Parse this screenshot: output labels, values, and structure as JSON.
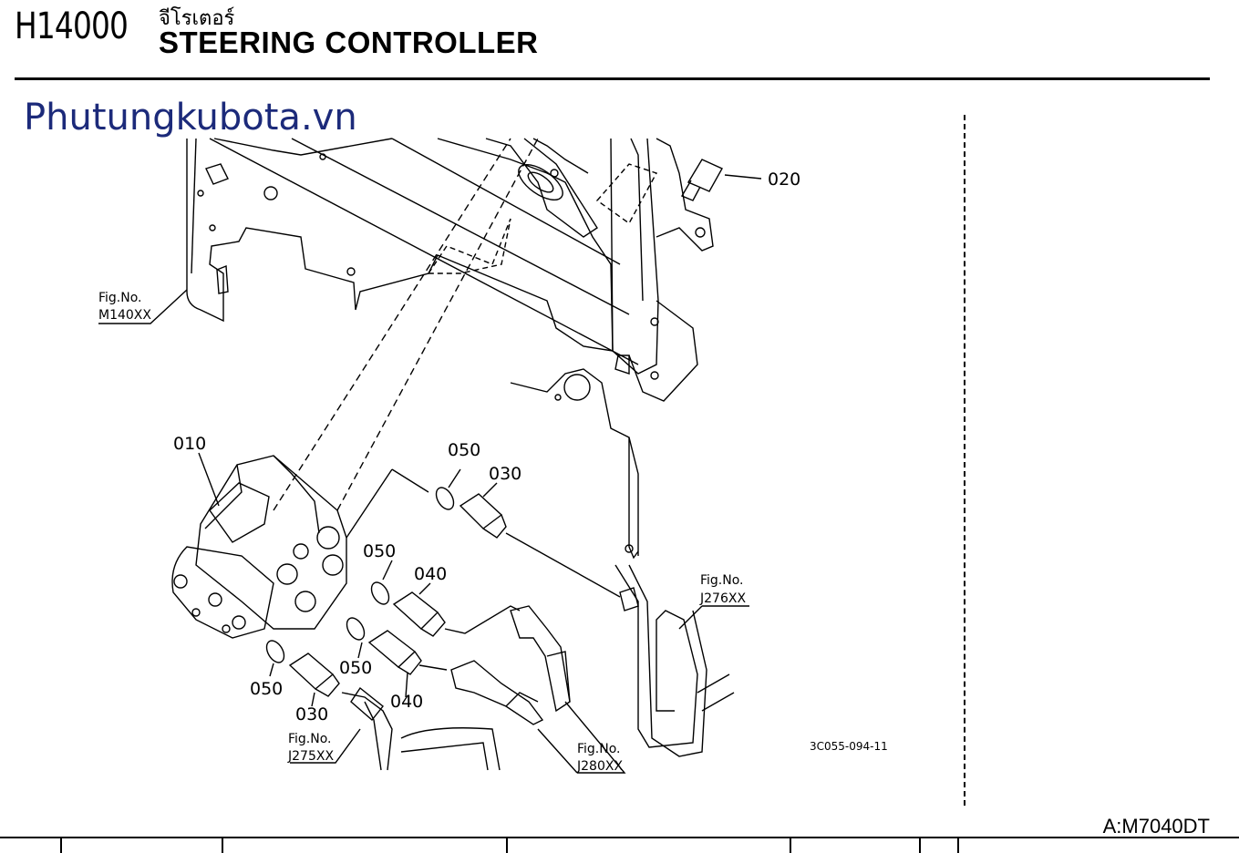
{
  "header": {
    "code": "H14000",
    "thai_title": "จีโรเตอร์",
    "title": "STEERING CONTROLLER"
  },
  "watermark": "Phutungkubota.vn",
  "diagram": {
    "part_labels": {
      "p010": "010",
      "p020": "020",
      "p030a": "030",
      "p030b": "030",
      "p040a": "040",
      "p040b": "040",
      "p050a": "050",
      "p050b": "050",
      "p050c": "050",
      "p050d": "050"
    },
    "fig_refs": {
      "m140": {
        "label": "Fig.No.",
        "code": "M140XX"
      },
      "j276": {
        "label": "Fig.No.",
        "code": "J276XX"
      },
      "j275": {
        "label": "Fig.No.",
        "code": "J275XX"
      },
      "j280": {
        "label": "Fig.No.",
        "code": "J280XX"
      }
    },
    "drawing_code": "3C055-094-11"
  },
  "footer": {
    "ref": "A:M7040DT"
  }
}
